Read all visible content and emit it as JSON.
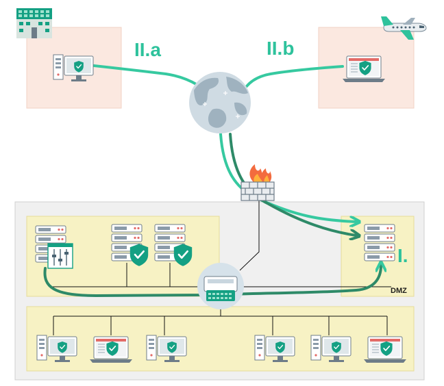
{
  "labels": {
    "remote_office": "II.a",
    "remote_mobile": "II.b",
    "dmz_zone": "I.",
    "dmz": "DMZ"
  },
  "icons": [
    "building-icon",
    "airplane-icon",
    "globe-icon",
    "firewall-icon",
    "network-switch-icon",
    "server-icon",
    "settings-sliders-icon",
    "shield-check-icon",
    "desktop-computer-icon",
    "laptop-icon"
  ],
  "colors": {
    "link_green": "#36c9a0",
    "tunnel_green": "#2e8a68",
    "shield_green": "#14a083",
    "remote_zone": "#fbe8e0",
    "lan_zone": "#f7f2c4",
    "network_area": "#f0f0f0",
    "label_green": "#2ec29c"
  }
}
